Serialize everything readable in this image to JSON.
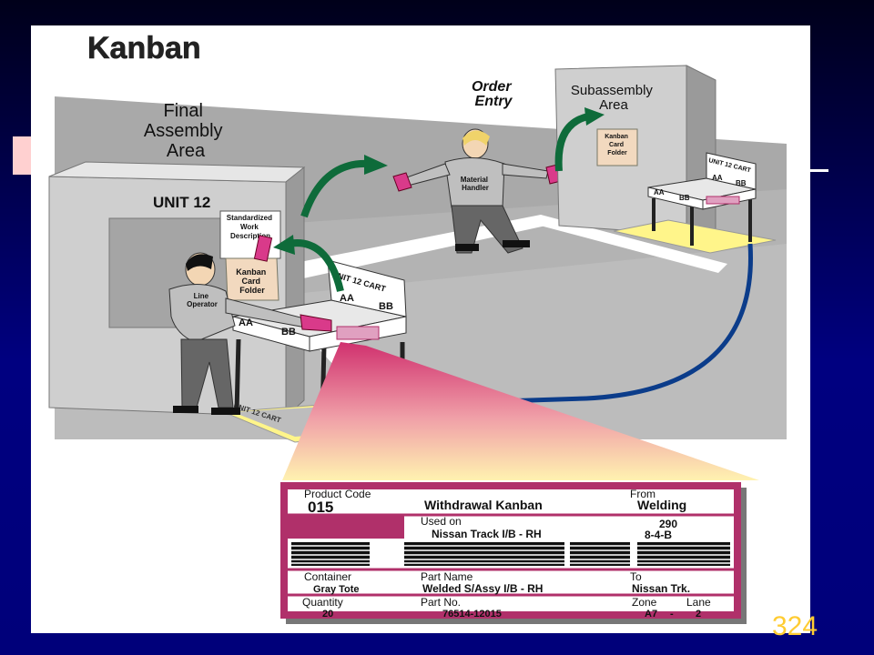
{
  "slide": {
    "title": "Kanban",
    "page_number": "324"
  },
  "areas": {
    "final_assembly": [
      "Final",
      "Assembly",
      "Area"
    ],
    "order_entry": [
      "Order",
      "Entry"
    ],
    "subassembly": [
      "Subassembly",
      "Area"
    ]
  },
  "labels": {
    "unit": "UNIT 12",
    "standardized_work": [
      "Standardized",
      "Work",
      "Description"
    ],
    "kanban_card_folder": [
      "Kanban",
      "Card",
      "Folder"
    ],
    "kanban_card_folder_small": [
      "Kanban",
      "Card",
      "Folder"
    ],
    "line_operator": [
      "Line",
      "Operator"
    ],
    "material_handler": [
      "Material",
      "Handler"
    ],
    "unit_cart": "UNIT 12 CART",
    "unit_cart_small": "UNIT 12 CART",
    "unit_cart_floor": "UNIT 12 CART",
    "bin_aa": "AA",
    "bin_bb": "BB"
  },
  "kanban_card": {
    "product_code_label": "Product Code",
    "product_code": "015",
    "card_type": "Withdrawal Kanban",
    "from_label": "From",
    "from": "Welding",
    "used_on_label": "Used on",
    "used_on": "Nissan Track I/B - RH",
    "location_top": "290",
    "location_bottom": "8-4-B",
    "container_label": "Container",
    "container": "Gray Tote",
    "part_name_label": "Part Name",
    "part_name": "Welded S/Assy I/B - RH",
    "to_label": "To",
    "to": "Nissan Trk.",
    "quantity_label": "Quantity",
    "quantity": "20",
    "part_no_label": "Part No.",
    "part_no": "76514-12015",
    "zone_label": "Zone",
    "zone": "A7",
    "lane_label": "Lane",
    "lane": "2",
    "dash": "-"
  },
  "colors": {
    "card_border": "#b0306a",
    "arrow_green": "#0e6b3a",
    "arrow_blue": "#0b3c8a",
    "floor_tape": "#f5ea7a",
    "page_number": "#ffcc33"
  }
}
